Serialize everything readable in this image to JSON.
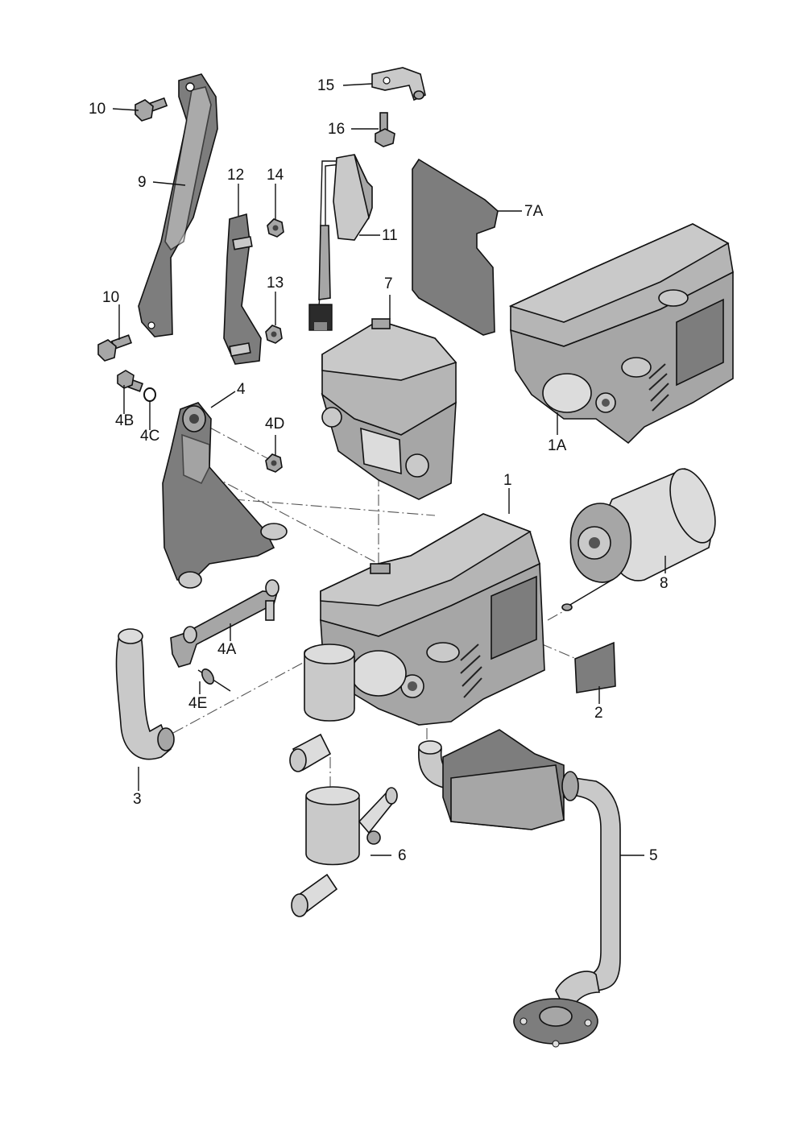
{
  "callouts": {
    "c1": "1",
    "c1A": "1A",
    "c2": "2",
    "c3": "3",
    "c4": "4",
    "c4A": "4A",
    "c4B": "4B",
    "c4C": "4C",
    "c4D": "4D",
    "c4E": "4E",
    "c5": "5",
    "c6": "6",
    "c7": "7",
    "c7A": "7A",
    "c8": "8",
    "c9": "9",
    "c10a": "10",
    "c10b": "10",
    "c11": "11",
    "c12": "12",
    "c13": "13",
    "c14": "14",
    "c15": "15",
    "c16": "16"
  },
  "colors": {
    "ink": "#111111",
    "part_dark": "#7d7d7d",
    "part_mid": "#a6a6a6",
    "part_light": "#c9c9c9",
    "background": "#ffffff"
  }
}
